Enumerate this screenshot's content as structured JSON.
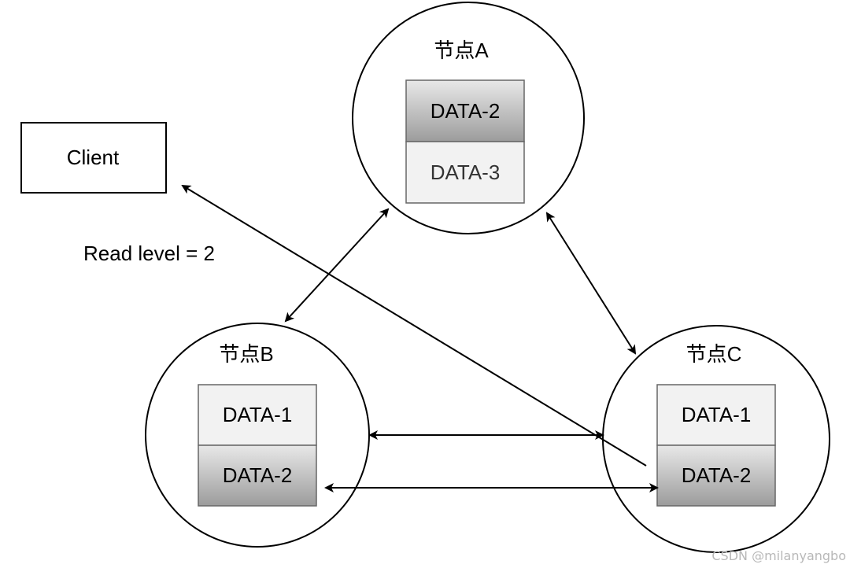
{
  "client": {
    "label": "Client"
  },
  "read_level": {
    "text": "Read level = 2"
  },
  "nodes": {
    "a": {
      "title": "节点A",
      "cells": [
        "DATA-2",
        "DATA-3"
      ]
    },
    "b": {
      "title": "节点B",
      "cells": [
        "DATA-1",
        "DATA-2"
      ]
    },
    "c": {
      "title": "节点C",
      "cells": [
        "DATA-1",
        "DATA-2"
      ]
    }
  },
  "watermark": "CSDN @milanyangbo",
  "colors": {
    "line": "#000000",
    "cell_gray_top": "#e6e6e6",
    "cell_gray_bottom": "#9a9a9a",
    "cell_light": "#f2f2f2",
    "cell_border": "#666666"
  }
}
